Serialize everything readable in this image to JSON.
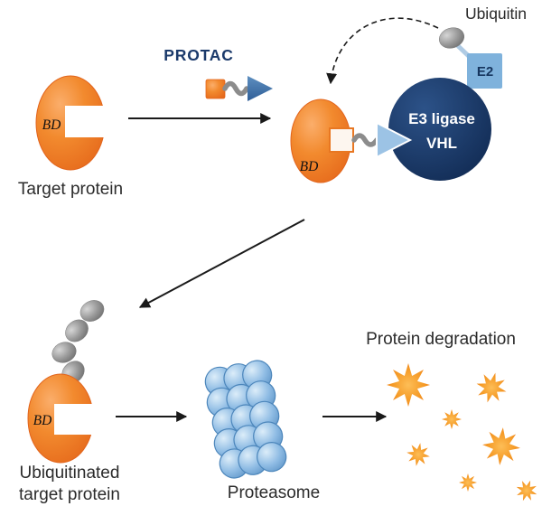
{
  "labels": {
    "ubiquitin": "Ubiquitin",
    "e2": "E2",
    "e3_ligase": "E3 ligase",
    "vhl": "VHL",
    "protac": "PROTAC",
    "bd": "BD",
    "target_protein": "Target protein",
    "ubiquitinated_line1": "Ubiquitinated",
    "ubiquitinated_line2": "target protein",
    "proteasome": "Proteasome",
    "protein_degradation": "Protein degradation"
  },
  "colors": {
    "orange": "#F08224",
    "orange_dark": "#E2641C",
    "navy": "#16355E",
    "e2_blue": "#7FB2DC",
    "recruiter_blue": "#9CC3E5",
    "linker_gray": "#8C8C8C",
    "ubiquitin_gray": "#9A9A9A",
    "proteasome_blue": "#6FA8D8",
    "protac_text_navy": "#1B3A6B",
    "label_text": "#2B2B2B",
    "arrow_black": "#1A1A1A",
    "background": "#FFFFFF"
  }
}
